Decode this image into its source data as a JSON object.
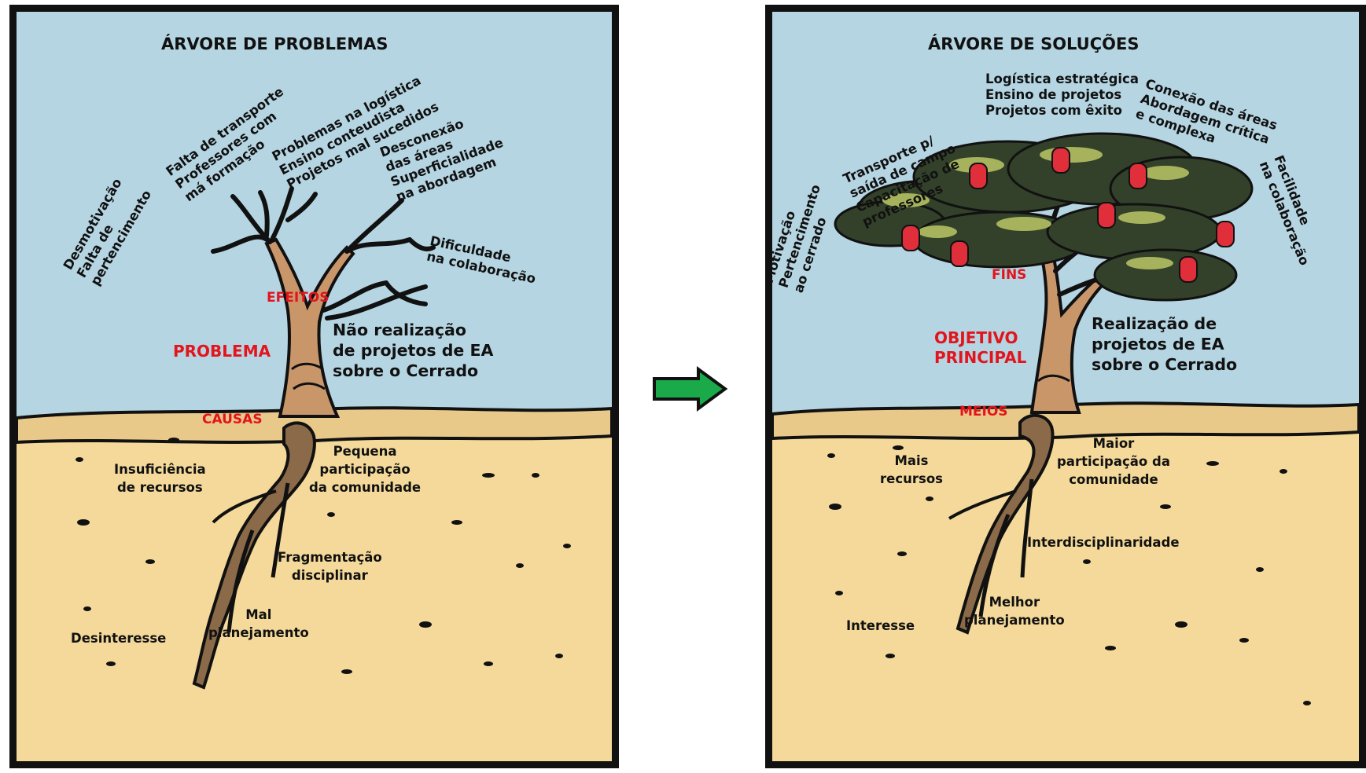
{
  "colors": {
    "sky": "#b5d5e2",
    "soil": "#f4d99a",
    "ground_band": "#e9c98a",
    "trunk": "#c9966a",
    "foliage": "#33412a",
    "fruit": "#e02f3a",
    "arrow": "#1aaa4a",
    "label_red": "#e3141c"
  },
  "problems_tree": {
    "title": "ÁRVORE DE PROBLEMAS",
    "effects_label": "EFEITOS",
    "problem_label": "PROBLEMA",
    "problem_text": [
      "Não realização",
      "de projetos de EA",
      "sobre o Cerrado"
    ],
    "effects": [
      [
        "Desmotivação",
        "Falta de",
        "pertencimento"
      ],
      [
        "Falta de transporte",
        "Professores com",
        "má formação"
      ],
      [
        "Problemas na logística",
        "Ensino conteudista",
        "Projetos mal sucedidos"
      ],
      [
        "Desconexão",
        "das áreas",
        "Superficialidade",
        "na abordagem"
      ],
      [
        "Dificuldade",
        "na colaboração"
      ]
    ],
    "causes_label": "CAUSAS",
    "causes": [
      [
        "Insuficiência",
        "de recursos"
      ],
      [
        "Pequena",
        "participação",
        "da comunidade"
      ],
      [
        "Fragmentação",
        "disciplinar"
      ],
      [
        "Mal",
        "planejamento"
      ],
      [
        "Desinteresse"
      ]
    ]
  },
  "solutions_tree": {
    "title": "ÁRVORE DE SOLUÇÕES",
    "ends_label": "FINS",
    "objective_label": [
      "OBJETIVO",
      "PRINCIPAL"
    ],
    "objective_text": [
      "Realização de",
      "projetos de EA",
      "sobre o Cerrado"
    ],
    "ends": [
      [
        "Motivação",
        "Pertencimento",
        "ao cerrado"
      ],
      [
        "Transporte p/",
        "saída de campo",
        "Capacitação de",
        "professores"
      ],
      [
        "Logística estratégica",
        "Ensino de projetos",
        "Projetos com êxito"
      ],
      [
        "Conexão das áreas",
        "Abordagem crítica",
        "e complexa"
      ],
      [
        "Facilidade",
        "na colaboração"
      ]
    ],
    "means_label": "MEIOS",
    "means": [
      [
        "Mais",
        "recursos"
      ],
      [
        "Maior",
        "participação da",
        "comunidade"
      ],
      [
        "Interdisciplinaridade"
      ],
      [
        "Melhor",
        "planejamento"
      ],
      [
        "Interesse"
      ]
    ]
  }
}
